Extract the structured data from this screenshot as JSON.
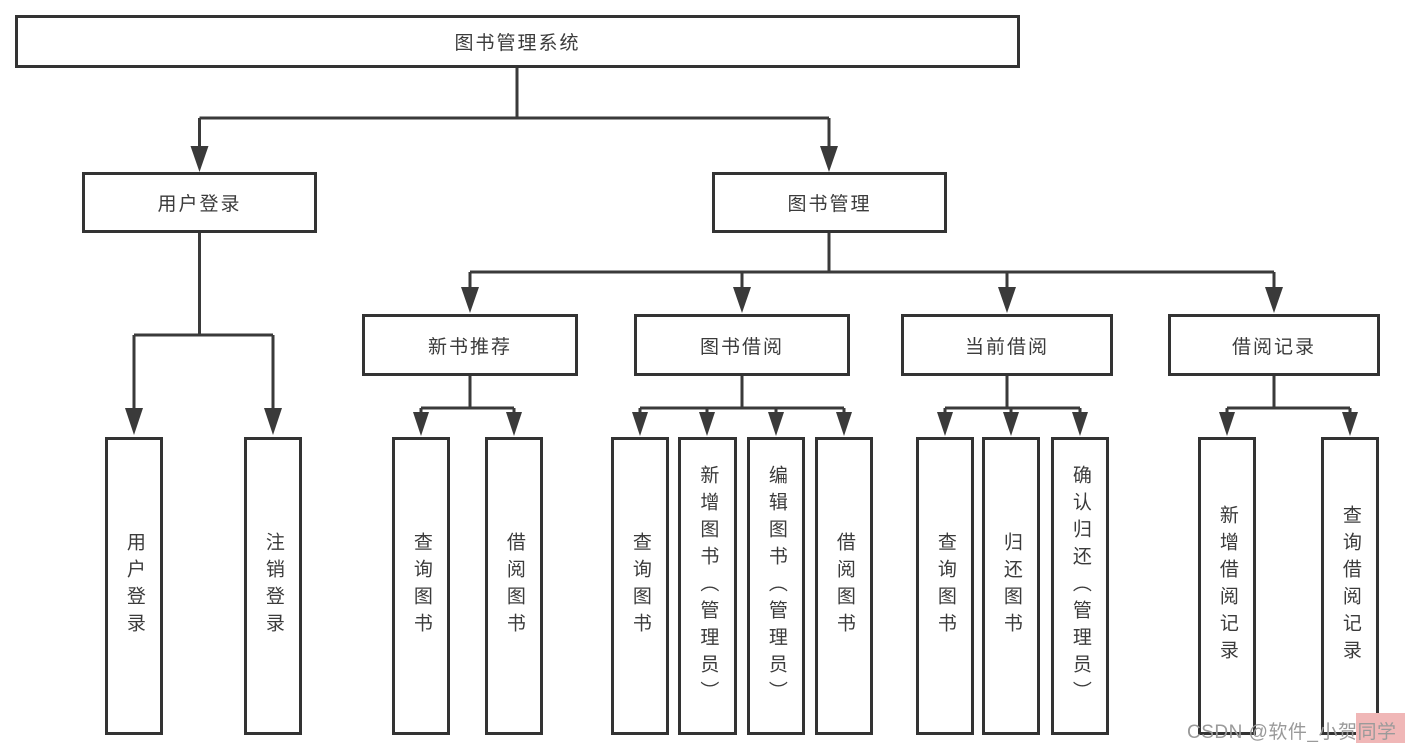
{
  "diagram": {
    "root": {
      "label": "图书管理系统"
    },
    "branches": [
      {
        "label": "用户登录",
        "children": [
          {
            "label": "用户登录"
          },
          {
            "label": "注销登录"
          }
        ]
      },
      {
        "label": "图书管理",
        "children": [
          {
            "label": "新书推荐",
            "children": [
              {
                "label": "查询图书"
              },
              {
                "label": "借阅图书"
              }
            ]
          },
          {
            "label": "图书借阅",
            "children": [
              {
                "label": "查询图书"
              },
              {
                "label": "新增图书（管理员）"
              },
              {
                "label": "编辑图书（管理员）"
              },
              {
                "label": "借阅图书"
              }
            ]
          },
          {
            "label": "当前借阅",
            "children": [
              {
                "label": "查询图书"
              },
              {
                "label": "归还图书"
              },
              {
                "label": "确认归还（管理员）"
              }
            ]
          },
          {
            "label": "借阅记录",
            "children": [
              {
                "label": "新增借阅记录"
              },
              {
                "label": "查询借阅记录"
              }
            ]
          }
        ]
      }
    ]
  },
  "watermark": {
    "text": "CSDN @软件_小贺同学"
  },
  "colors": {
    "line": "#3a3a3a",
    "box_border": "#333333",
    "box_fill": "#ffffff",
    "label_text": "#3b3b3b",
    "watermark_text": "#9a9a9a",
    "watermark_highlight": "#f0b7b7",
    "background": "#ffffff"
  }
}
